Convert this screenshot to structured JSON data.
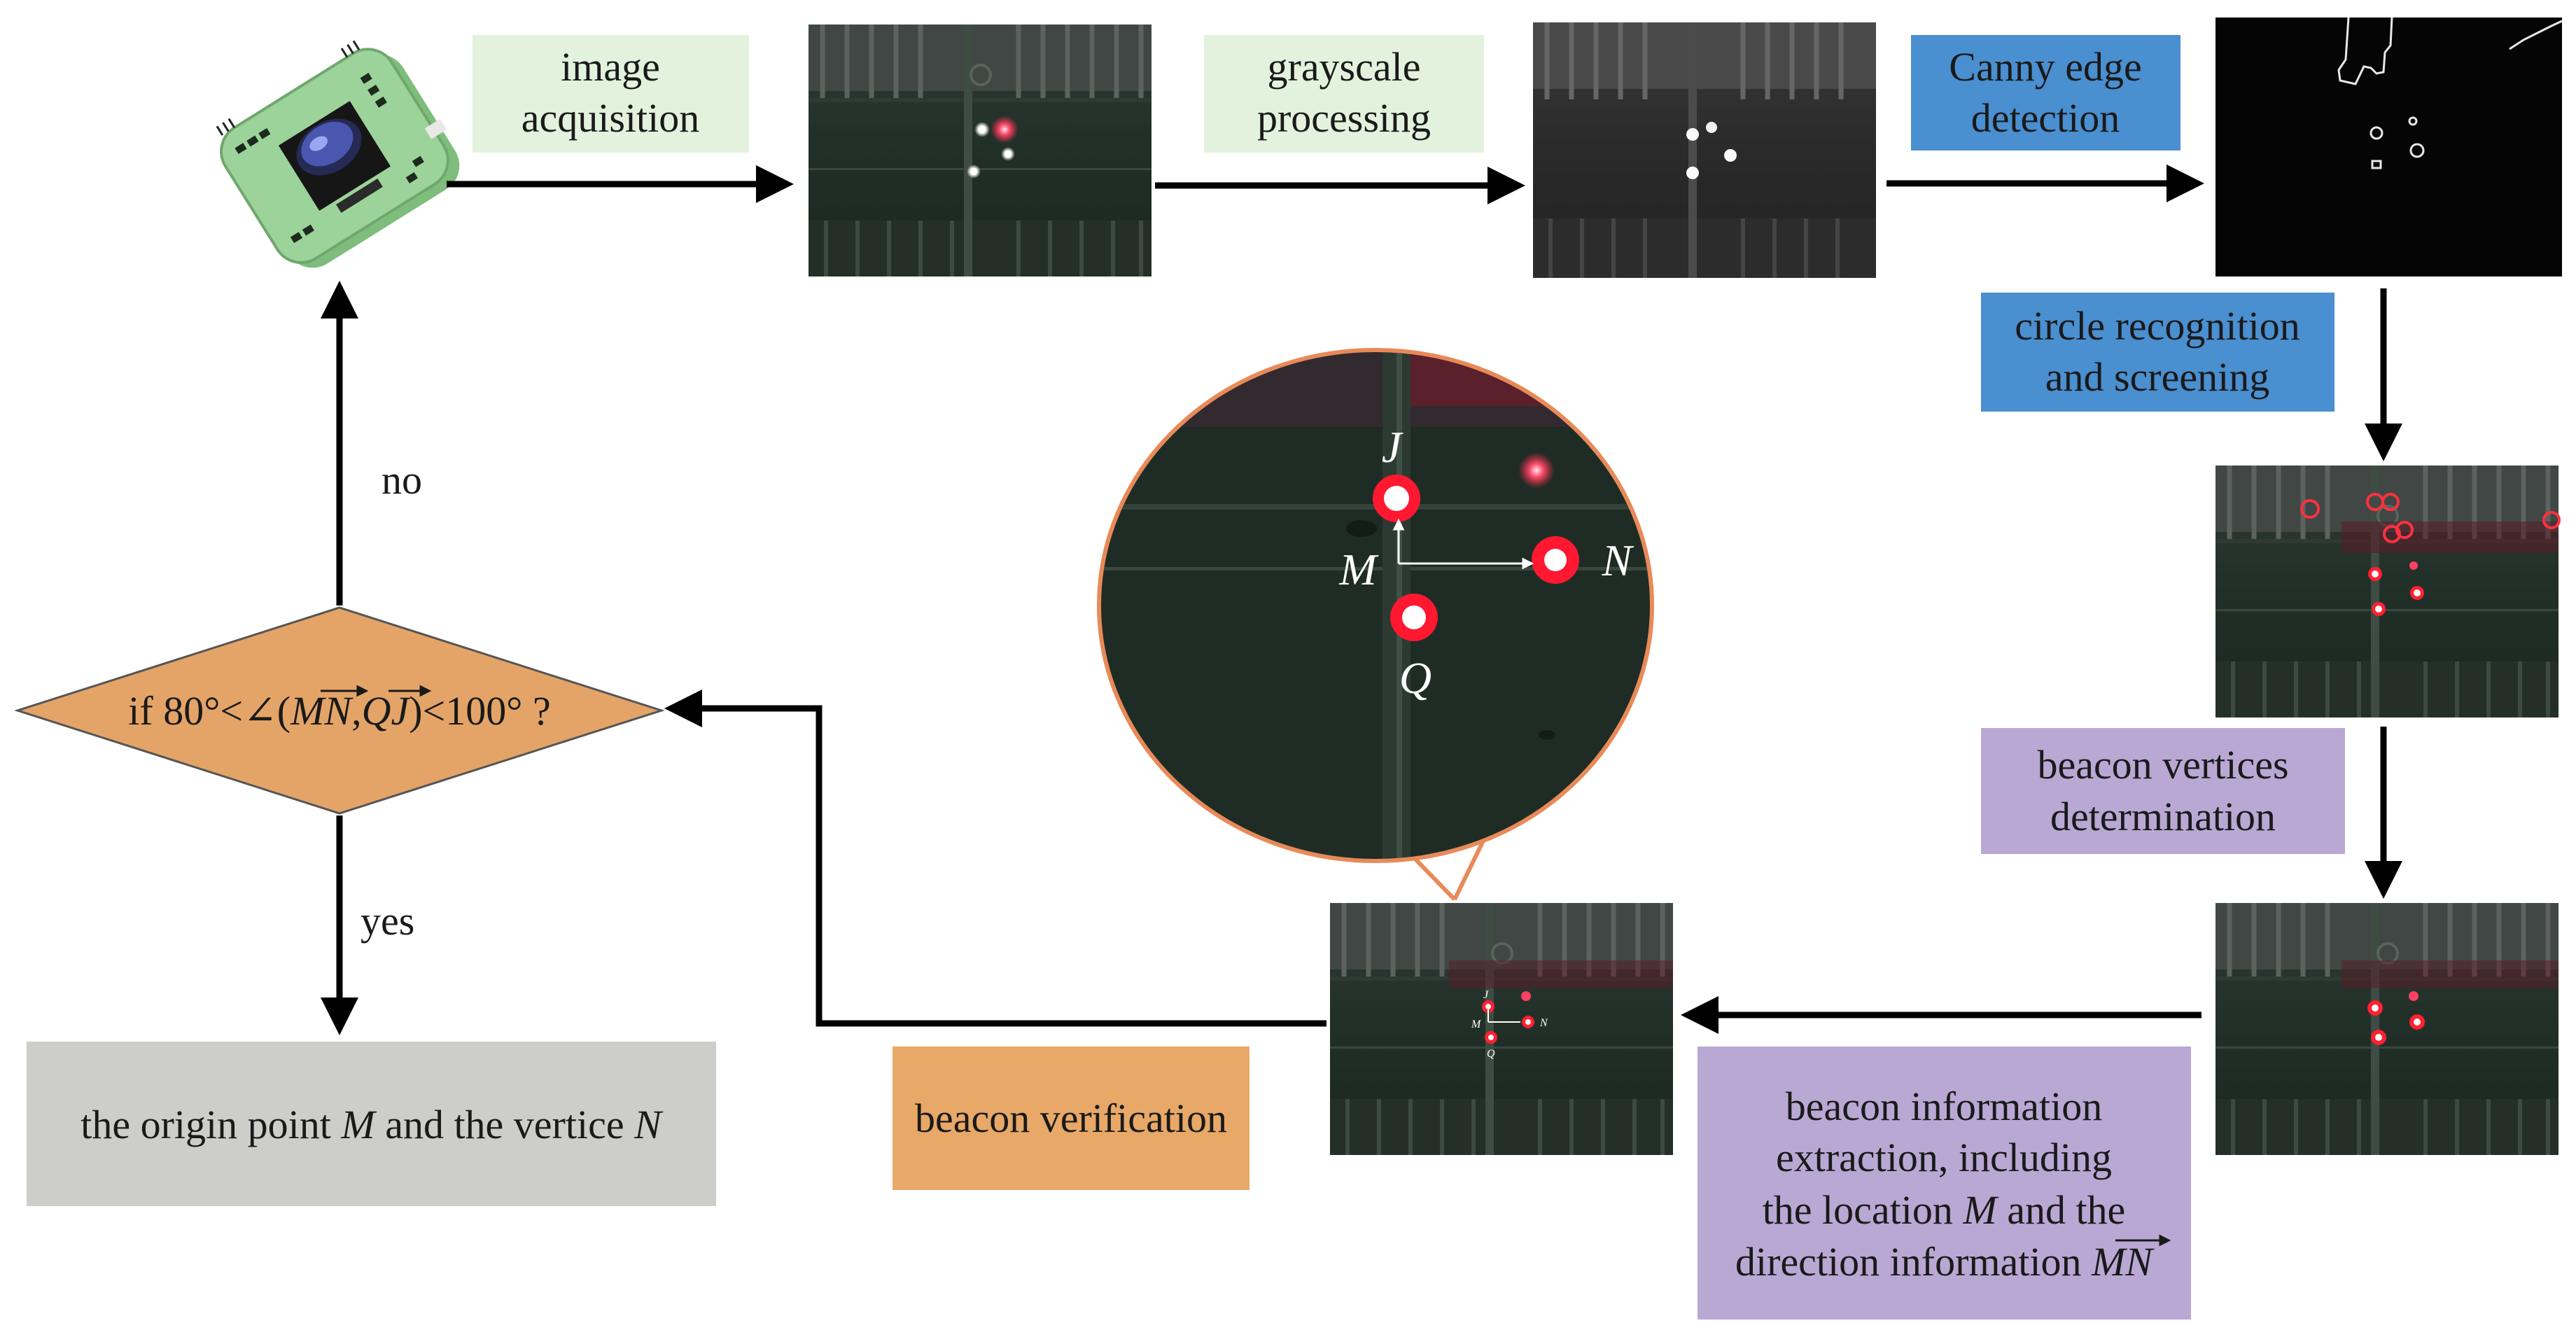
{
  "steps": {
    "image_acquisition": {
      "line1": "image",
      "line2": "acquisition"
    },
    "grayscale_processing": {
      "line1": "grayscale",
      "line2": "processing"
    },
    "canny": {
      "line1": "Canny edge",
      "line2": "detection"
    },
    "circle": {
      "line1": "circle recognition",
      "line2": "and screening"
    },
    "vertices": {
      "line1": "beacon vertices",
      "line2": "determination"
    },
    "info": {
      "line1": "beacon information",
      "line2": "extraction, including",
      "line3_pre": "the location ",
      "line3_var": "M",
      "line3_post": " and the",
      "line4_pre": "direction information ",
      "line4_var": "MN"
    },
    "verification": {
      "label": "beacon verification"
    },
    "decision": {
      "pre": "if  80°<",
      "angle": "∠",
      "open": "(",
      "v1": "MN",
      "comma": ",",
      "v2": "QJ",
      "close": ")<100° ?"
    },
    "result": {
      "pre": "the origin point ",
      "var1": "M",
      "mid": " and the vertice ",
      "var2": "N"
    }
  },
  "branches": {
    "no": "no",
    "yes": "yes"
  },
  "zoom_labels": {
    "J": "J",
    "M": "M",
    "N": "N",
    "Q": "Q"
  },
  "small_labels": {
    "J": "J",
    "M": "M",
    "N": "N",
    "Q": "Q"
  },
  "colors": {
    "green_box": "#e2f2dc",
    "blue_box": "#4a8fd0",
    "purple_box": "#b9a8d4",
    "orange_box": "#e8a868",
    "gray_box": "#cdcdca",
    "diamond": "#e4a468",
    "zoom_border": "#e88a58",
    "board": "#9cd39a",
    "photo_bg": "#1e2b22"
  },
  "icons": {
    "camera": "camera-module-icon"
  }
}
